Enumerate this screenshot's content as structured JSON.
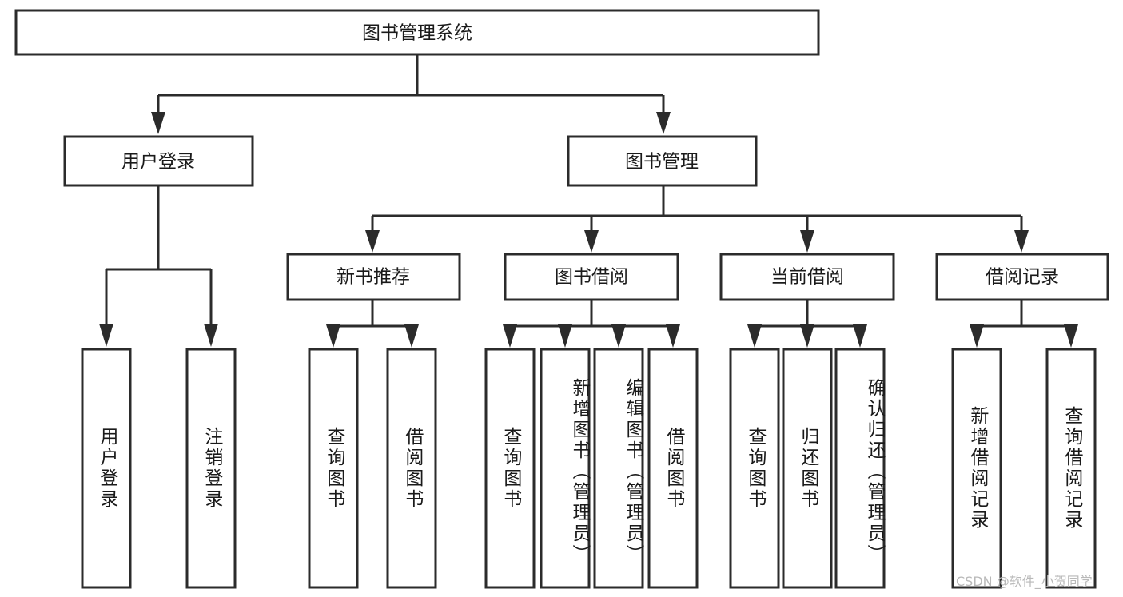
{
  "diagram": {
    "title": "图书管理系统",
    "type": "tree-hierarchy-chart",
    "root": {
      "label": "图书管理系统"
    },
    "level2": [
      {
        "label": "用户登录"
      },
      {
        "label": "图书管理"
      }
    ],
    "level3": [
      {
        "label": "新书推荐"
      },
      {
        "label": "图书借阅"
      },
      {
        "label": "当前借阅"
      },
      {
        "label": "借阅记录"
      }
    ],
    "leaves": {
      "user_login": [
        {
          "label": "用户登录"
        },
        {
          "label": "注销登录"
        }
      ],
      "new_book_recommend": [
        {
          "label": "查询图书"
        },
        {
          "label": "借阅图书"
        }
      ],
      "book_borrow": [
        {
          "label": "查询图书"
        },
        {
          "label": "新增图书（管理员）"
        },
        {
          "label": "编辑图书（管理员）"
        },
        {
          "label": "借阅图书"
        }
      ],
      "current_borrow": [
        {
          "label": "查询图书"
        },
        {
          "label": "归还图书"
        },
        {
          "label": "确认归还（管理员）"
        }
      ],
      "borrow_record": [
        {
          "label": "新增借阅记录"
        },
        {
          "label": "查询借阅记录"
        }
      ]
    }
  },
  "watermark": {
    "text": "CSDN @软件_小贺同学"
  },
  "colors": {
    "box_stroke": "#2b2b2b",
    "box_fill": "#ffffff",
    "text": "#1a1a1a",
    "watermark": "#b9b9b9",
    "background": "#ffffff"
  }
}
